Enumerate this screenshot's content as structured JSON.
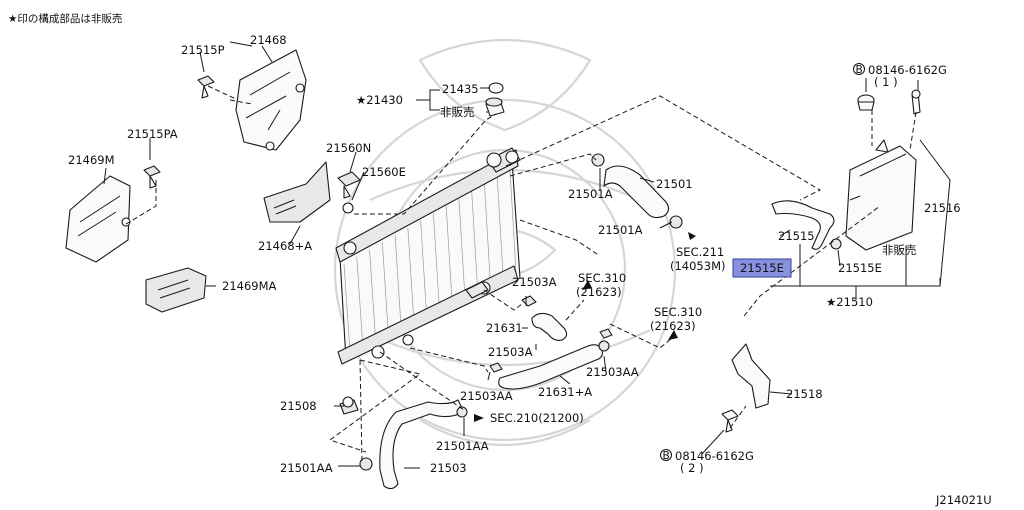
{
  "note": "★印の構成部品は非販売",
  "diagram_id": "J214021U",
  "highlight_color": "#8890e0",
  "labels": {
    "p21468": "21468",
    "p21515P": "21515P",
    "p21515PA": "21515PA",
    "p21469M": "21469M",
    "p21560N": "21560N",
    "p21560E": "21560E",
    "p21468A": "21468+A",
    "p21469MA": "21469MA",
    "p21430": "★21430",
    "p21435": "21435",
    "hinsale_cap": "非販売",
    "p21501A_top": "21501A",
    "p21501": "21501",
    "p21501A_mid": "21501A",
    "sec211_a": "SEC.211",
    "sec211_b": "(14053M)",
    "p21515E_hl": "21515E",
    "p21515": "21515",
    "p21515E": "21515E",
    "hinsale_tank": "非販売",
    "p21510": "★21510",
    "bolt_top_a": "08146-6162G",
    "bolt_top_b": "( 1 )",
    "p21516": "21516",
    "p21503A": "21503A",
    "sec310_a1": "SEC.310",
    "sec310_a2": "(21623)",
    "sec310_b1": "SEC.310",
    "sec310_b2": "(21623)",
    "p21631": "21631",
    "p21503A_2": "21503A",
    "p21503AA_r": "21503AA",
    "p21631A": "21631+A",
    "p21503AA": "21503AA",
    "p21508": "21508",
    "sec210": "SEC.210(21200)",
    "p21501AA": "21501AA",
    "p21501AA_2": "21501AA",
    "p21503": "21503",
    "p21518": "21518",
    "bolt_bot_a": "08146-6162G",
    "bolt_bot_b": "( 2 )",
    "bolt_symbol": "B"
  }
}
